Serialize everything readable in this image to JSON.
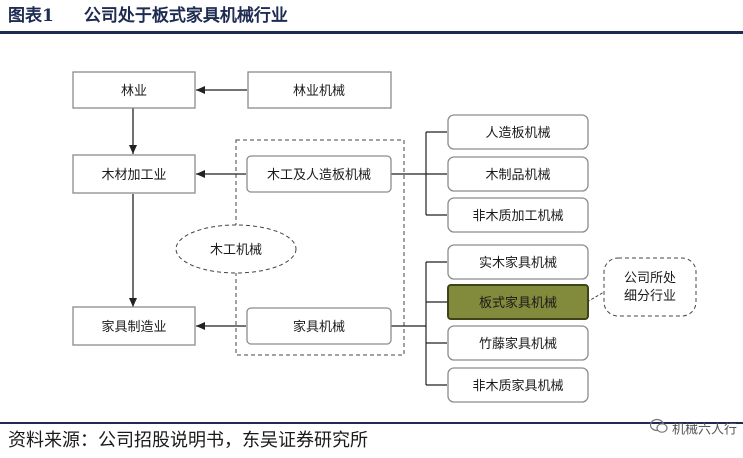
{
  "figure": {
    "number": "图表1",
    "title": "公司处于板式家具机械行业"
  },
  "nodes": {
    "forestry": "林业",
    "forestry_machinery": "林业机械",
    "wood_processing": "木材加工业",
    "woodworking_panel_machinery": "木工及人造板机械",
    "furniture_manufacturing": "家具制造业",
    "furniture_machinery": "家具机械",
    "woodworking_machinery_group": "木工机械",
    "panel_machinery": "人造板机械",
    "wood_products_machinery": "木制品机械",
    "nonwood_processing_machinery": "非木质加工机械",
    "solid_wood_furniture_machinery": "实木家具机械",
    "panel_furniture_machinery": "板式家具机械",
    "bamboo_rattan_furniture_machinery": "竹藤家具机械",
    "nonwood_furniture_machinery": "非木质家具机械",
    "company_segment_callout": "公司所处\n细分行业"
  },
  "colors": {
    "highlight_fill": "#828a3c",
    "box_border": "#8c8c8c",
    "rule": "#1e2c52"
  },
  "source": "资料来源：公司招股说明书，东吴证券研究所",
  "watermark": "机械六人行"
}
